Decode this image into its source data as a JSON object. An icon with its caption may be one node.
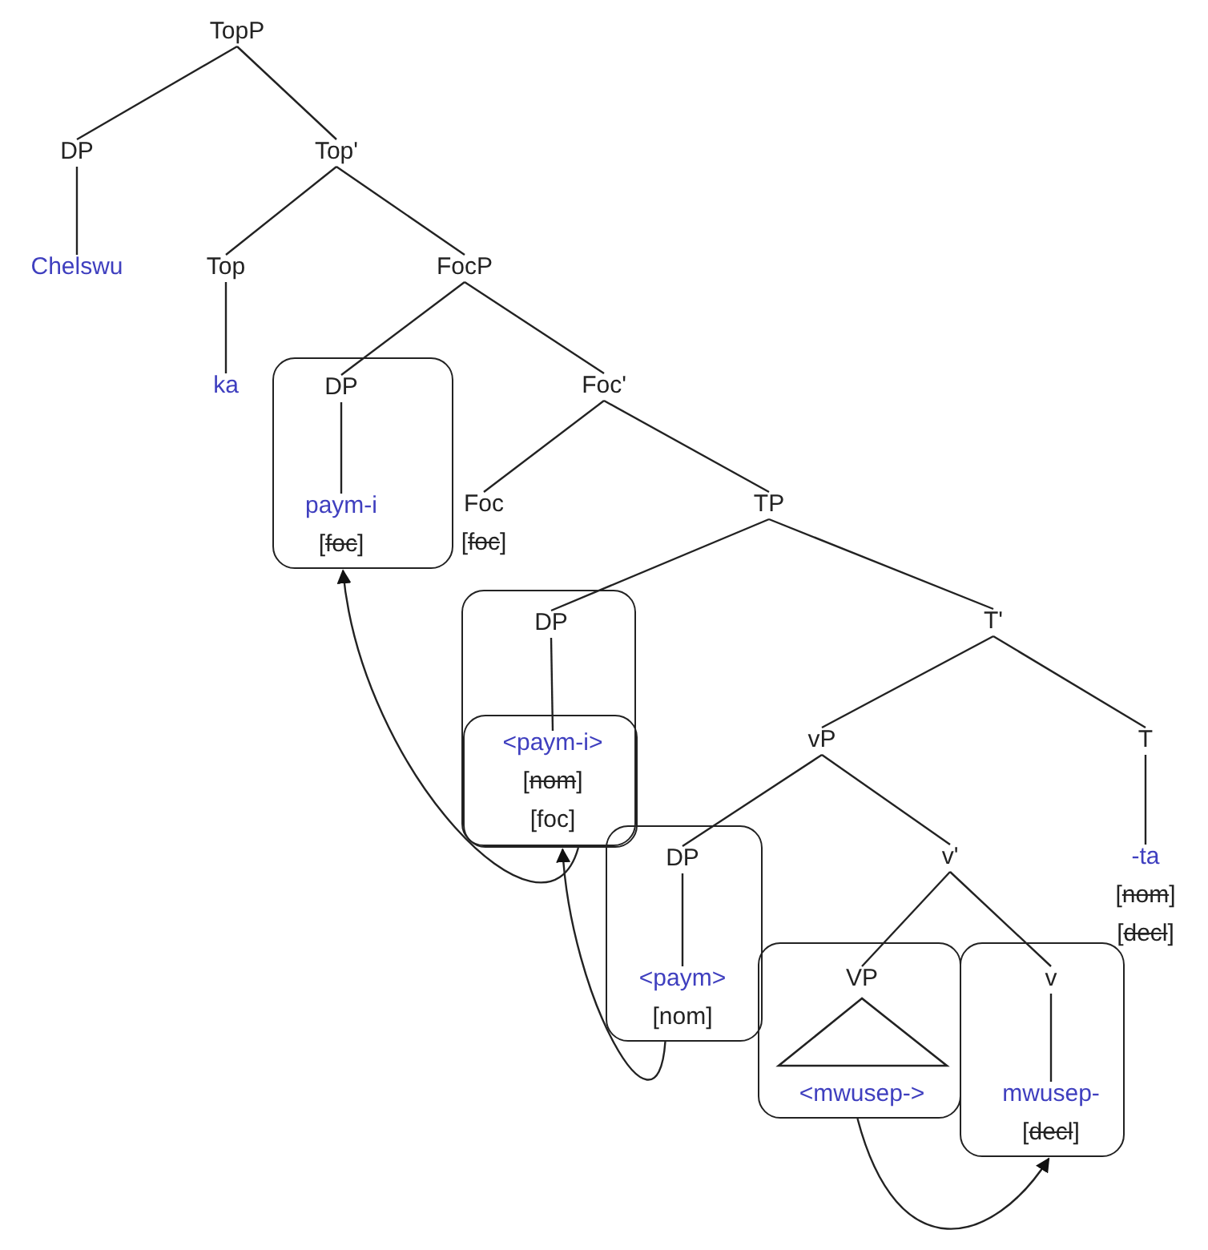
{
  "diagram": {
    "nodes": [
      {
        "text": [
          "TopP"
        ]
      },
      {
        "text": [
          "DP"
        ]
      },
      {
        "text": [
          "Top'"
        ]
      },
      {
        "text": [
          "Chelswu"
        ]
      },
      {
        "text": [
          "Top"
        ]
      },
      {
        "text": [
          "FocP"
        ]
      },
      {
        "text": [
          "ka"
        ]
      },
      {
        "text": [],
        "shape": "box"
      },
      {
        "text": [
          "DP"
        ],
        "in": 7
      },
      {
        "text": [
          "paym-i",
          "[foc]"
        ],
        "in": 7
      },
      {
        "text": [
          "Foc'"
        ]
      },
      {
        "text": [
          "Foc",
          "[foc]"
        ]
      },
      {
        "text": [
          "TP"
        ]
      },
      {
        "text": [],
        "shape": "box"
      },
      {
        "text": [
          "DP"
        ],
        "in": 13
      },
      {
        "text": [],
        "shape": "box",
        "in": 13
      },
      {
        "text": [
          "<paym-i>",
          "[nom]",
          "[foc]"
        ],
        "in": 15
      },
      {
        "text": [
          "T'"
        ]
      },
      {
        "text": [
          "vP"
        ]
      },
      {
        "text": [
          "T"
        ]
      },
      {
        "text": [
          "-ta",
          "[nom]",
          "[decl]"
        ]
      },
      {
        "text": [],
        "shape": "box"
      },
      {
        "text": [
          "DP"
        ],
        "in": 21
      },
      {
        "text": [
          "<paym>",
          "[nom]"
        ],
        "in": 21
      },
      {
        "text": [
          "v'"
        ]
      },
      {
        "text": [],
        "shape": "box"
      },
      {
        "text": [
          "VP"
        ],
        "in": 25
      },
      {
        "text": [
          "<mwusep->"
        ],
        "in": 25
      },
      {
        "text": [],
        "shape": "box"
      },
      {
        "text": [
          "v"
        ],
        "in": 28
      },
      {
        "text": [
          "mwusep-",
          "[decl]"
        ],
        "in": 28
      }
    ],
    "edges": [
      {
        "from": 0,
        "to": 1,
        "arrow": "none"
      },
      {
        "from": 0,
        "to": 2,
        "arrow": "none"
      },
      {
        "from": 1,
        "to": 3,
        "arrow": "none"
      },
      {
        "from": 2,
        "to": 4,
        "arrow": "none"
      },
      {
        "from": 2,
        "to": 5,
        "arrow": "none"
      },
      {
        "from": 4,
        "to": 6,
        "arrow": "none"
      },
      {
        "from": 5,
        "to": 8,
        "arrow": "none"
      },
      {
        "from": 5,
        "to": 10,
        "arrow": "none"
      },
      {
        "from": 8,
        "to": 9,
        "arrow": "none"
      },
      {
        "from": 10,
        "to": 11,
        "arrow": "none"
      },
      {
        "from": 10,
        "to": 12,
        "arrow": "none"
      },
      {
        "from": 12,
        "to": 14,
        "arrow": "none"
      },
      {
        "from": 12,
        "to": 17,
        "arrow": "none"
      },
      {
        "from": 14,
        "to": 16,
        "arrow": "none"
      },
      {
        "from": 17,
        "to": 18,
        "arrow": "none"
      },
      {
        "from": 17,
        "to": 19,
        "arrow": "none"
      },
      {
        "from": 19,
        "to": 20,
        "arrow": "none"
      },
      {
        "from": 18,
        "to": 22,
        "arrow": "none"
      },
      {
        "from": 18,
        "to": 24,
        "arrow": "none"
      },
      {
        "from": 22,
        "to": 23,
        "arrow": "none"
      },
      {
        "from": 24,
        "to": 26,
        "arrow": "none"
      },
      {
        "from": 24,
        "to": 29,
        "arrow": "none"
      },
      {
        "from": 29,
        "to": 30,
        "arrow": "none"
      },
      {
        "from": 15,
        "to": 7,
        "arrow": "to"
      },
      {
        "from": 21,
        "to": 15,
        "arrow": "to"
      },
      {
        "from": 25,
        "to": 28,
        "arrow": "to"
      }
    ]
  }
}
